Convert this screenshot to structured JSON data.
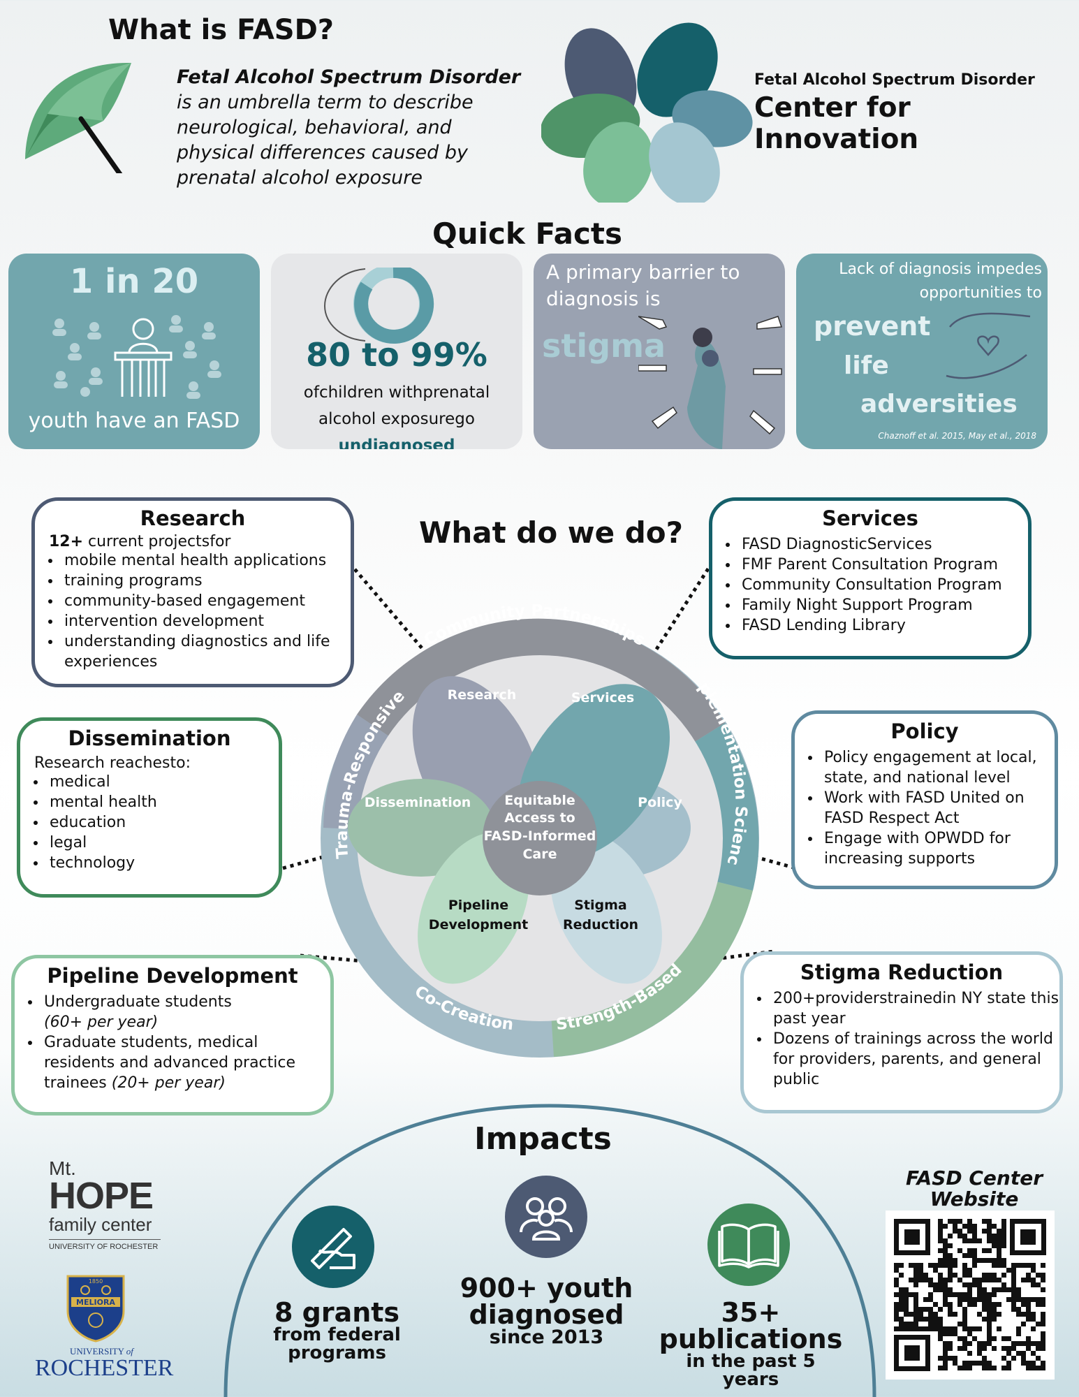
{
  "header": {
    "title": "What is FASD?",
    "desc_bold": "Fetal Alcohol Spectrum Disorder",
    "desc_lines": [
      "is an umbrella term to describe",
      "neurological, behavioral, and",
      "physical differences caused by",
      "prenatal alcohol exposure"
    ],
    "org_small": "Fetal Alcohol Spectrum Disorder",
    "org_big": "Center for Innovation"
  },
  "quick_facts": {
    "title": "Quick Facts",
    "fact1": {
      "big": "1 in 20",
      "caption": "youth have an FASD"
    },
    "fact2": {
      "big": "80 to 99%",
      "line1": "ofchildren withprenatal",
      "line2": "alcohol exposurego",
      "line3": "undiagnosed"
    },
    "fact3": {
      "line1": "A primary barrier to",
      "line2": "diagnosis is",
      "big": "stigma"
    },
    "fact4": {
      "line1": "Lack of diagnosis impedes",
      "line2": "opportunities to",
      "w1": "prevent",
      "w2": "life",
      "w3": "adversities",
      "cite": "Chaznoff et al. 2015, May et al., 2018"
    }
  },
  "what_we_do": {
    "title": "What do we do?",
    "ring": {
      "top": "Community Partnerships",
      "right": "Implementation Science",
      "left": "Trauma-Responsive",
      "bottom_left": "Co-Creation",
      "bottom_right": "Strength-Based"
    },
    "petals": {
      "research": "Research",
      "services": "Services",
      "dissemination": "Dissemination",
      "policy": "Policy",
      "pipeline1": "Pipeline",
      "pipeline2": "Development",
      "stigma1": "Stigma",
      "stigma2": "Reduction"
    },
    "center": [
      "Equitable",
      "Access to",
      "FASD-Informed",
      "Care"
    ]
  },
  "boxes": {
    "research": {
      "title": "Research",
      "lead_bold": "12+",
      "lead": " current projectsfor",
      "items": [
        "mobile mental health applications",
        "training programs",
        "community-based engagement",
        "intervention development",
        "understanding diagnostics and life experiences"
      ]
    },
    "services": {
      "title": "Services",
      "items": [
        "FASD DiagnosticServices",
        "FMF Parent Consultation Program",
        "Community Consultation Program",
        "Family Night Support Program",
        "FASD Lending Library"
      ]
    },
    "dissemination": {
      "title": "Dissemination",
      "lead": "Research reachesto:",
      "items": [
        "medical",
        "mental health",
        "education",
        "legal",
        "technology"
      ]
    },
    "policy": {
      "title": "Policy",
      "items": [
        "Policy engagement at local, state, and national level",
        "Work with FASD United on FASD Respect Act",
        "Engage with OPWDD for increasing supports"
      ]
    },
    "pipeline": {
      "title": "Pipeline Development",
      "item1": "Undergraduate students",
      "item1_note": "(60+ per year)",
      "item2": "Graduate students, medical residents and advanced practice trainees ",
      "item2_note": "(20+ per year)"
    },
    "stigma": {
      "title": "Stigma Reduction",
      "items": [
        "200+providerstrainedin NY state this past year",
        "Dozens of trainings across the world for providers, parents, and general public"
      ]
    }
  },
  "impacts": {
    "title": "Impacts",
    "grants": {
      "big": "8 grants",
      "small1": "from federal",
      "small2": "programs"
    },
    "youth": {
      "big1": "900+ youth",
      "big2": "diagnosed",
      "small": "since 2013"
    },
    "pubs": {
      "big": "35+ publications",
      "small1": "in the past 5",
      "small2": "years"
    }
  },
  "footer": {
    "mt": "Mt.",
    "hope": "HOPE",
    "family_center": "family center",
    "uofr_small": "UNIVERSITY OF ROCHESTER",
    "seal_year": "1850",
    "seal_motto": "MELIORA",
    "uofr_word1": "UNIVERSITY",
    "uofr_of": "of",
    "uofr_word2": "ROCHESTER",
    "website_label1": "FASD Center",
    "website_label2": "Website"
  },
  "colors": {
    "teal": "#72a6ad",
    "slate": "#4d5a73",
    "green": "#3f8a5a",
    "dark_teal": "#15606a",
    "grey_card": "#9aa2b1"
  }
}
